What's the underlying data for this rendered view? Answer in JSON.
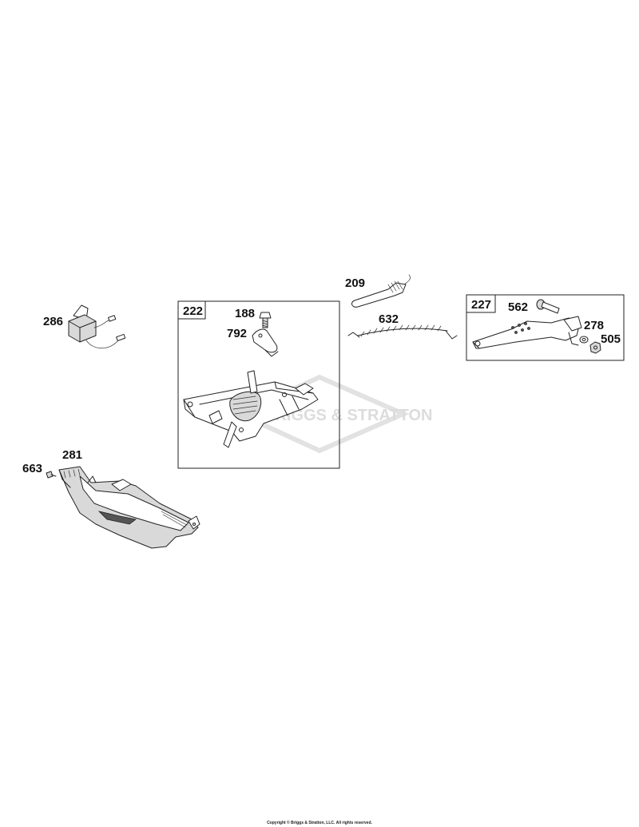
{
  "diagram": {
    "watermark_text": "BRIGGS & STRATTON",
    "callouts": {
      "p286": "286",
      "p222": "222",
      "p188": "188",
      "p792": "792",
      "p209": "209",
      "p632": "632",
      "p227": "227",
      "p562": "562",
      "p278": "278",
      "p505": "505",
      "p281": "281",
      "p663": "663"
    }
  },
  "footer": {
    "copyright": "Copyright © Briggs & Stratton, LLC. All rights reserved."
  }
}
